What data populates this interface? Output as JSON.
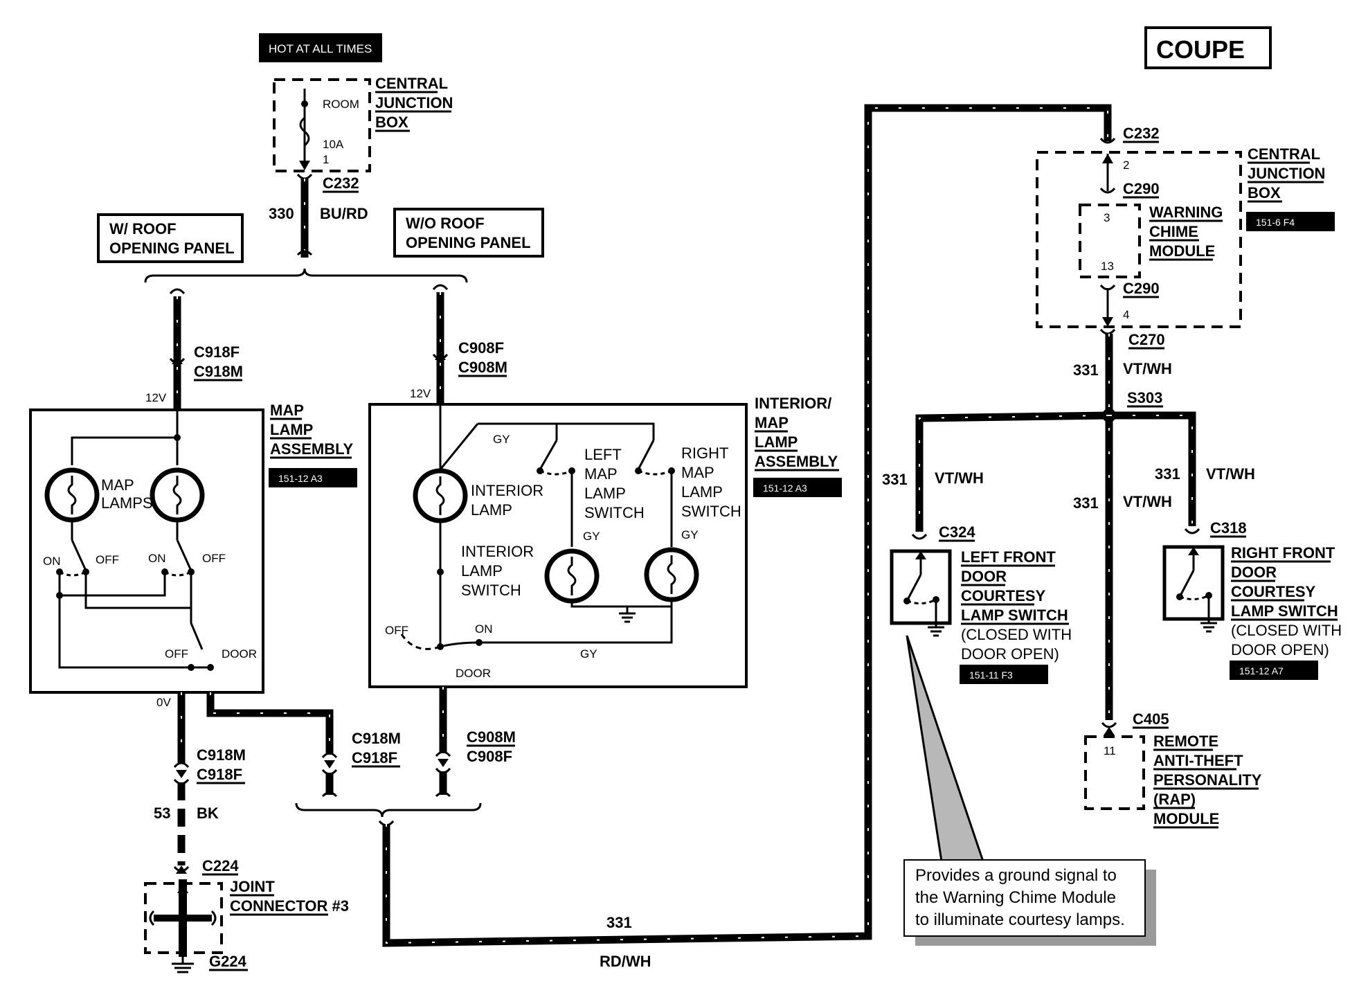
{
  "title_tag": "COUPE",
  "hot_banner": "HOT AT ALL TIMES",
  "cjb_top": {
    "name": [
      "CENTRAL",
      "JUNCTION",
      "BOX"
    ],
    "fuse_name": "ROOM",
    "fuse_rating": "10A",
    "fuse_pin": "1",
    "connector": "C232",
    "wire_no": "330",
    "wire_color": "BU/RD"
  },
  "options": {
    "with_roof": [
      "W/ ROOF",
      "OPENING PANEL"
    ],
    "without_roof": [
      "W/O ROOF",
      "OPENING PANEL"
    ]
  },
  "map_lamp": {
    "conn_top": [
      "C918F",
      "C918M"
    ],
    "voltage": "12V",
    "name": [
      "MAP",
      "LAMP",
      "ASSEMBLY"
    ],
    "ref": "151-12 A3",
    "lamps_label": [
      "MAP",
      "LAMPS"
    ],
    "on": "ON",
    "off": "OFF",
    "door": "DOOR",
    "bottom_voltage": "0V",
    "conn_bottom_left": [
      "C918M",
      "C918F"
    ],
    "conn_bottom_right": [
      "C918M",
      "C918F"
    ]
  },
  "interior_lamp": {
    "conn_top": [
      "C908F",
      "C908M"
    ],
    "voltage": "12V",
    "name": [
      "INTERIOR/",
      "MAP",
      "LAMP",
      "ASSEMBLY"
    ],
    "ref": "151-12 A3",
    "gy": "GY",
    "lamp_label": [
      "INTERIOR",
      "LAMP"
    ],
    "switch_label": [
      "INTERIOR",
      "LAMP",
      "SWITCH"
    ],
    "left_switch": [
      "LEFT",
      "MAP",
      "LAMP",
      "SWITCH"
    ],
    "right_switch": [
      "RIGHT",
      "MAP",
      "LAMP",
      "SWITCH"
    ],
    "off": "OFF",
    "on": "ON",
    "door": "DOOR",
    "conn_bottom": [
      "C908M",
      "C908F"
    ]
  },
  "ground": {
    "wire_no": "53",
    "wire_color": "BK",
    "connector": "C224",
    "joint": [
      "JOINT",
      "CONNECTOR #3"
    ],
    "ground_id": "G224"
  },
  "wire_331_bottom": {
    "wire_no": "331",
    "wire_color": "RD/WH"
  },
  "cjb_right": {
    "name": [
      "CENTRAL",
      "JUNCTION",
      "BOX"
    ],
    "ref": "151-6 F4",
    "conn_top": "C232",
    "pin_top": "2",
    "conn_mid": "C290",
    "module": [
      "WARNING",
      "CHIME",
      "MODULE"
    ],
    "module_pin_top": "3",
    "module_pin_bottom": "13",
    "conn_low": "C290",
    "pin_bottom": "4",
    "conn_out": "C270",
    "wire_no": "331",
    "wire_color": "VT/WH",
    "splice": "S303"
  },
  "left_door": {
    "wire_no": "331",
    "wire_color": "VT/WH",
    "connector": "C324",
    "name": [
      "LEFT FRONT",
      "DOOR",
      "COURTESY",
      "LAMP SWITCH"
    ],
    "note": [
      "(CLOSED WITH",
      "DOOR OPEN)"
    ],
    "ref": "151-11 F3"
  },
  "right_door": {
    "wire_no": "331",
    "wire_color": "VT/WH",
    "connector": "C318",
    "name": [
      "RIGHT FRONT",
      "DOOR",
      "COURTESY",
      "LAMP SWITCH"
    ],
    "note": [
      "(CLOSED WITH",
      "DOOR OPEN)"
    ],
    "ref": "151-12 A7"
  },
  "center_run": {
    "wire_no": "331",
    "wire_color": "VT/WH"
  },
  "rap": {
    "connector": "C405",
    "pin": "11",
    "name": [
      "REMOTE",
      "ANTI-THEFT",
      "PERSONALITY",
      "(RAP)",
      "MODULE"
    ]
  },
  "callout": [
    "Provides a ground signal to",
    "the Warning Chime Module",
    "to illuminate courtesy lamps."
  ]
}
